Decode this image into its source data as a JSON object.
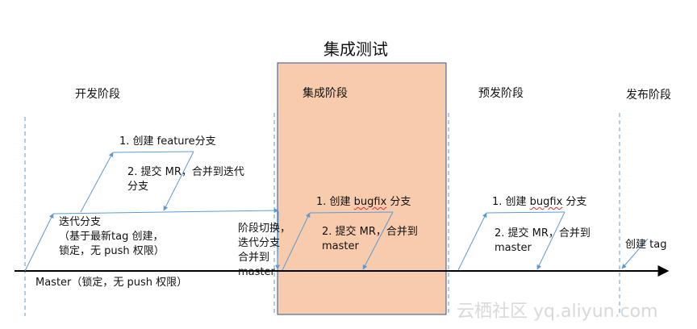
{
  "title": "集成测试",
  "phases": {
    "dev": "开发阶段",
    "integration": "集成阶段",
    "prerelease": "预发阶段",
    "release": "发布阶段"
  },
  "labels": {
    "create_feature": "1. 创建 feature分支",
    "submit_mr_dev_line1": "2. 提交 MR，合并到迭代",
    "submit_mr_dev_line2": "分支",
    "iteration_line1": "迭代分支",
    "iteration_line2": "（基于最新tag 创建，",
    "iteration_line3": "锁定，无 push 权限）",
    "switch_line1": "阶段切换，",
    "switch_line2": "迭代分支",
    "switch_line3": "合并到",
    "switch_line4": "master",
    "integ_create_prefix": "1. 创建 ",
    "integ_create_word": "bugfix",
    "integ_create_suffix": " 分支",
    "integ_submit_line1": "2. 提交 MR，合并到",
    "integ_submit_line2": "master",
    "pre_create_prefix": "1. 创建 ",
    "pre_create_word": "bugfix",
    "pre_create_suffix": " 分支",
    "pre_submit_line1": "2. 提交 MR，合并到",
    "pre_submit_line2": "master",
    "create_tag": "创建 tag",
    "master": "Master（锁定，无 push 权限）"
  },
  "watermark": "云栖社区 yq.aliyun.com",
  "colors": {
    "highlight_fill": "#f8cbad",
    "highlight_border": "#2f5597",
    "arrow": "#5b9bd5",
    "axis": "#000000"
  }
}
